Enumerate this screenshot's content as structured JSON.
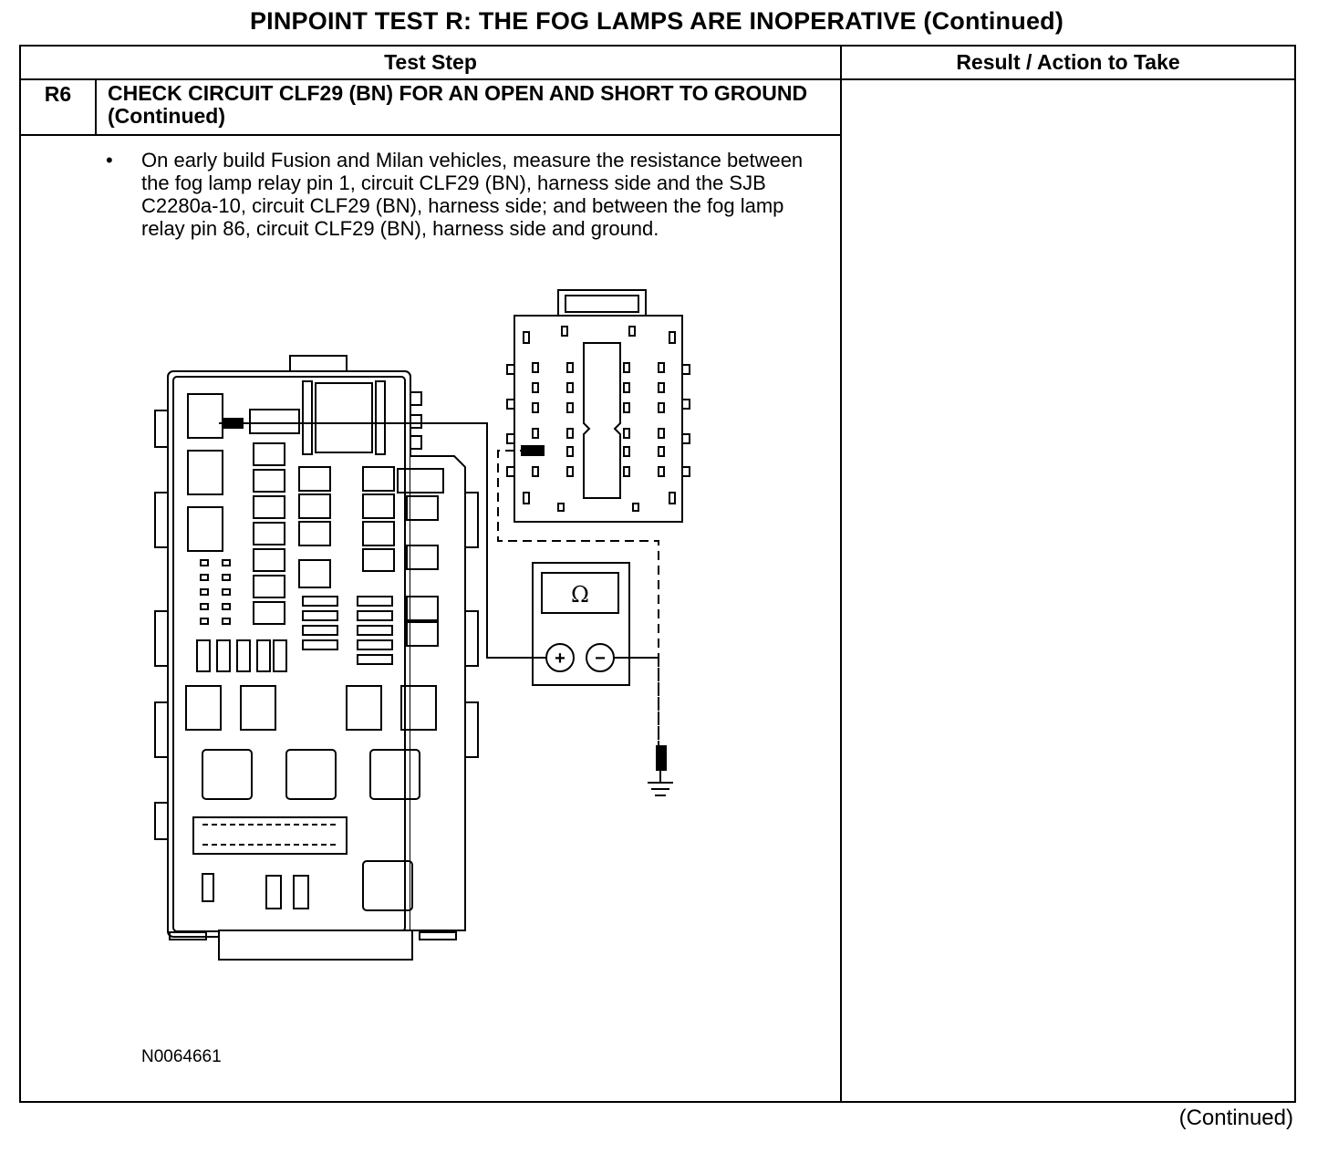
{
  "header": {
    "title": "PINPOINT TEST  R: THE FOG LAMPS ARE INOPERATIVE (Continued)"
  },
  "table": {
    "columns": [
      "Test Step",
      "Result / Action to Take"
    ],
    "step": {
      "id": "R6",
      "title": "CHECK CIRCUIT CLF29 (BN) FOR AN OPEN AND SHORT TO GROUND (Continued)",
      "bullet_symbol": "•",
      "instruction": "On early build Fusion and Milan vehicles, measure the resistance between the fog lamp relay pin 1, circuit CLF29 (BN), harness side and the SJB C2280a-10, circuit CLF29 (BN), harness side; and between the fog lamp  relay pin 86, circuit CLF29 (BN), harness side and ground."
    }
  },
  "figure": {
    "id": "N0064661",
    "meter_symbol": "Ω",
    "plus_symbol": "+",
    "minus_symbol": "−"
  },
  "footer": {
    "continued": "(Continued)"
  }
}
